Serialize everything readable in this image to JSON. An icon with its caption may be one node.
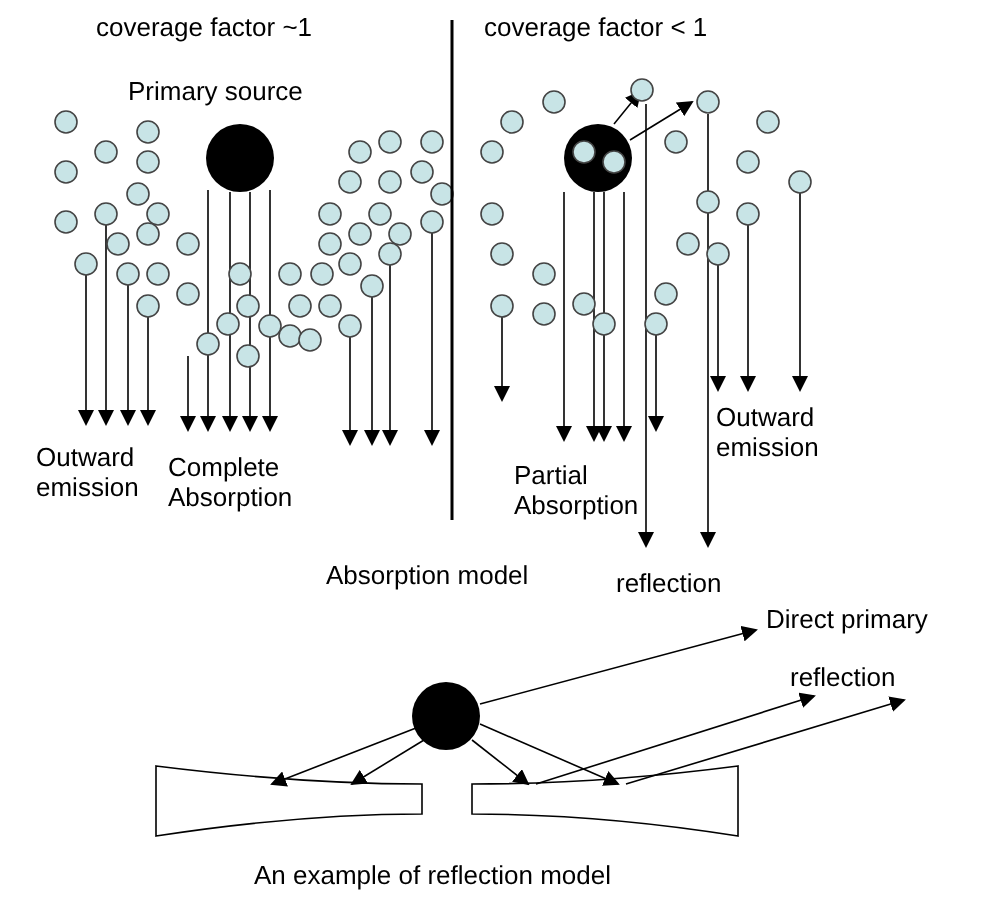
{
  "diagram": {
    "labels": [
      "coverage factor ~1",
      "Primary source",
      "coverage factor < 1",
      "Outward emission",
      "Complete Absorption",
      "Partial Absorption",
      "Outward emission",
      "Absorption model",
      "reflection",
      "Direct primary",
      "reflection",
      "An example of reflection model"
    ]
  }
}
